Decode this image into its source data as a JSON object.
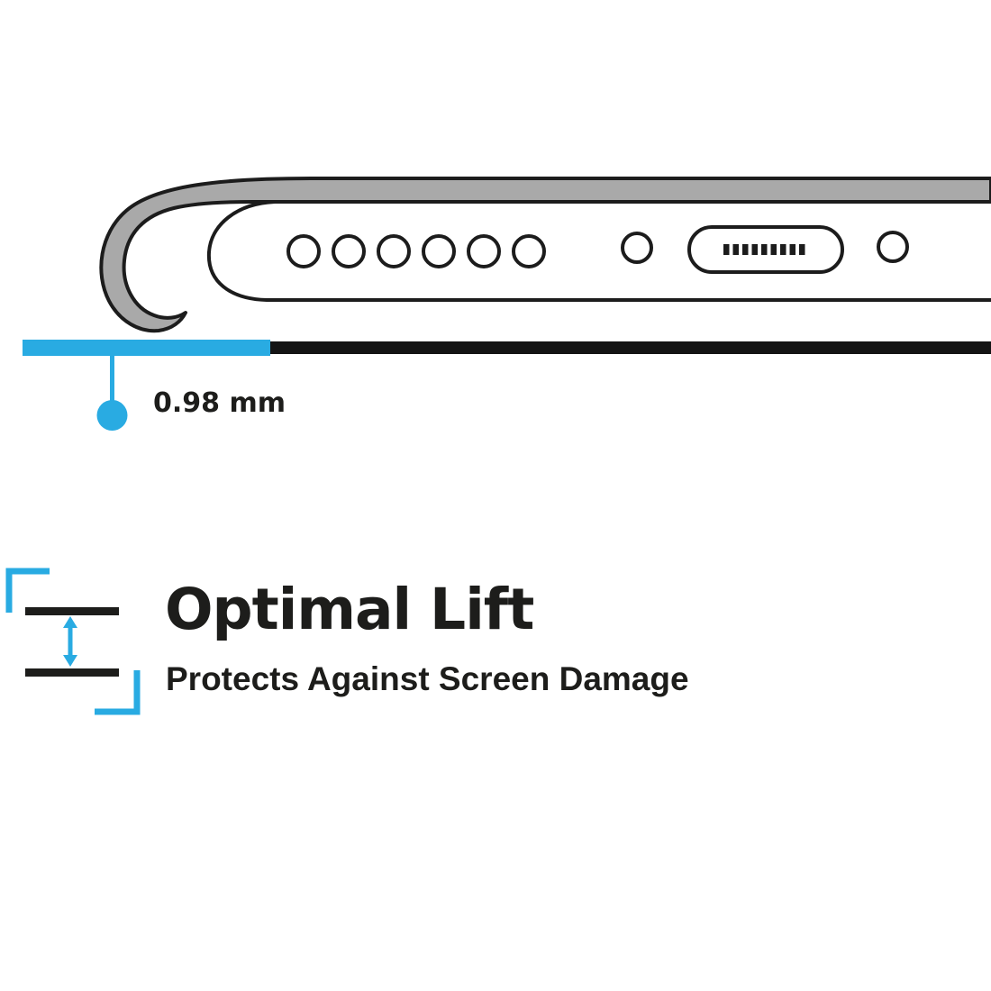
{
  "colors": {
    "accent": "#29abe2",
    "ink": "#1d1d1b",
    "case_gray": "#a9a9a9"
  },
  "diagram": {
    "measurement_label": "0.98 mm"
  },
  "feature": {
    "title": "Optimal Lift",
    "subtitle": "Protects Against Screen Damage"
  },
  "icons": {
    "illustration": "phone-bottom-edge-in-case-side-view",
    "lift_icon": "vertical-double-arrow-between-two-lines"
  }
}
